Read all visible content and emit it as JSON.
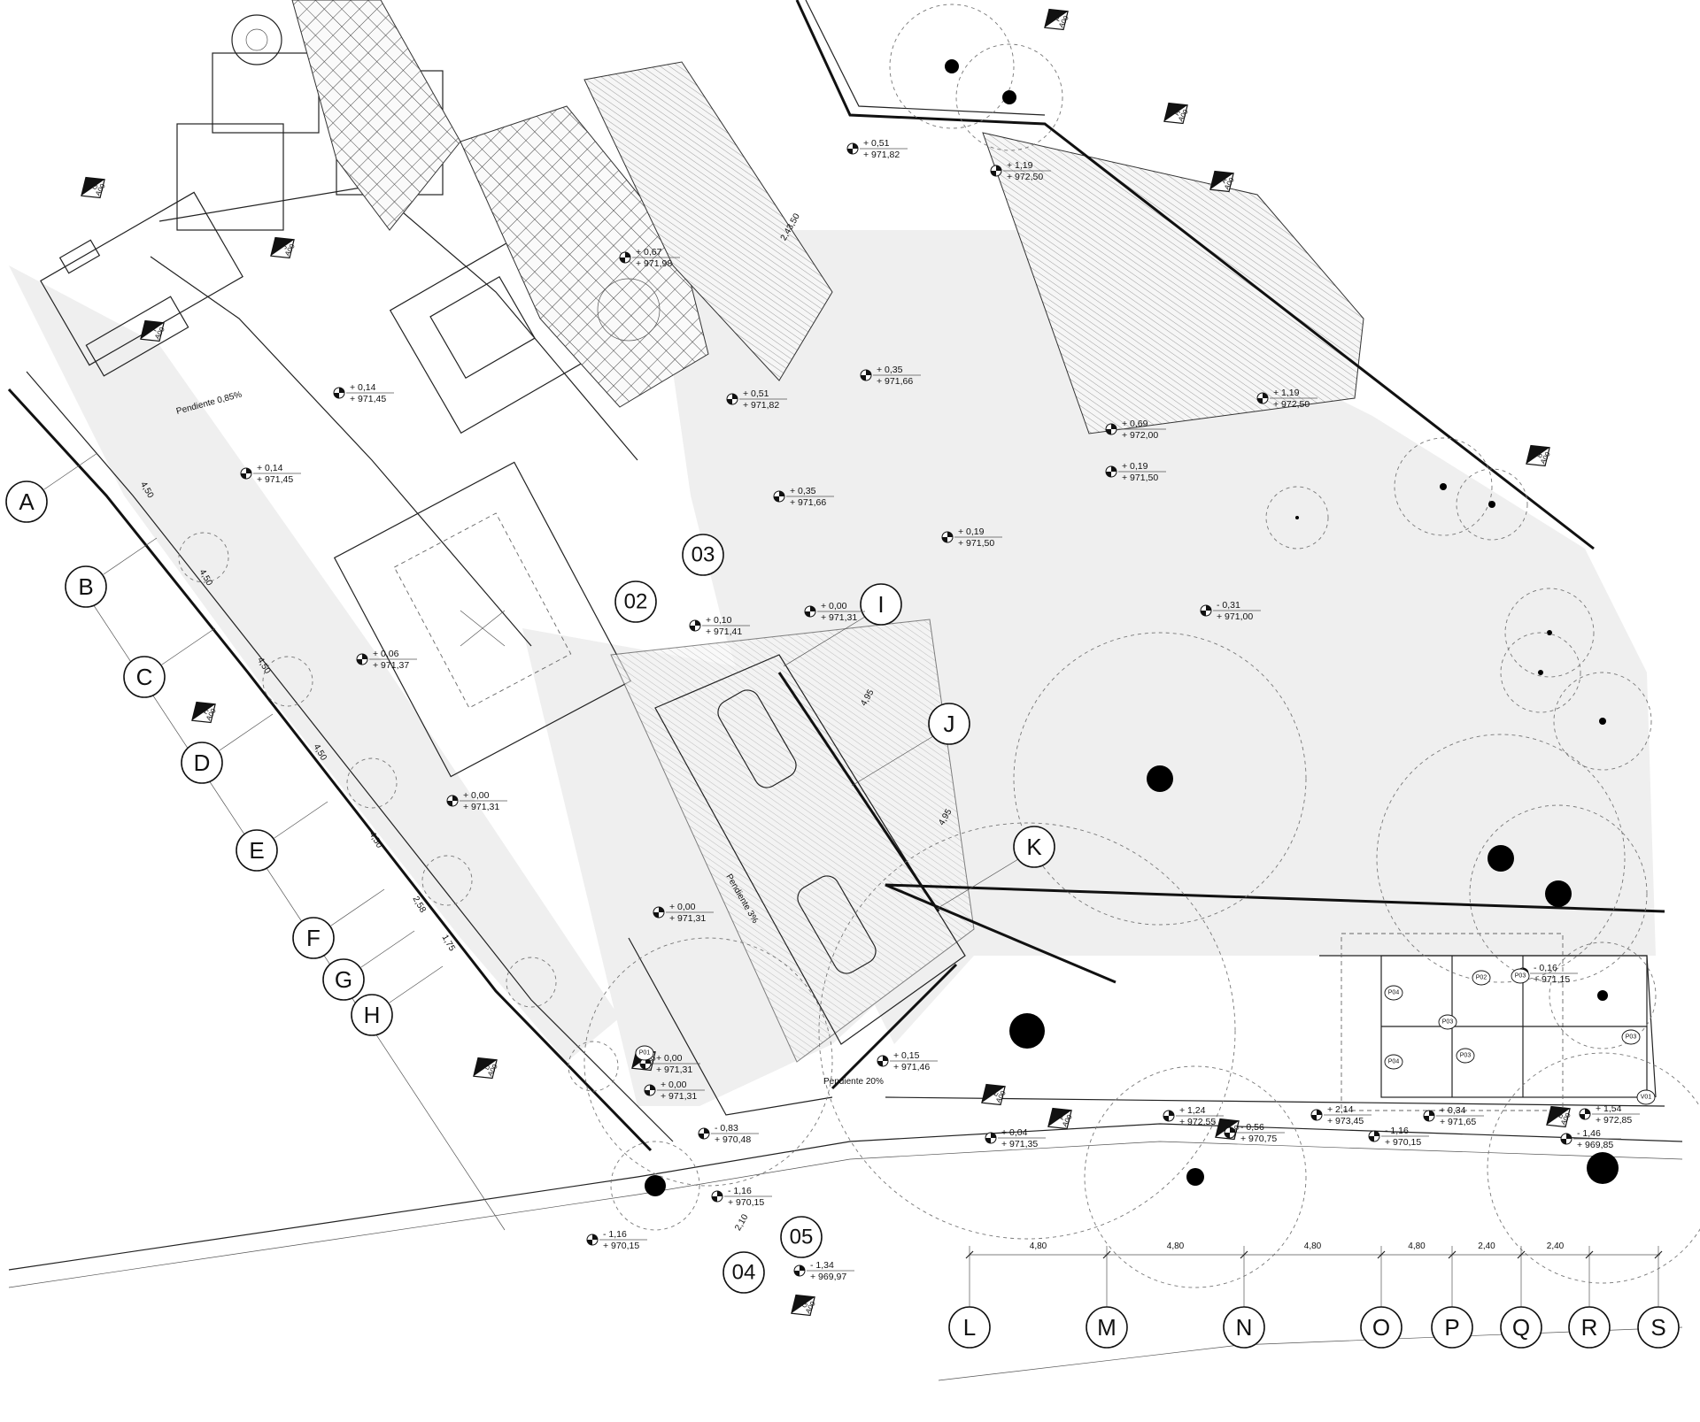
{
  "grid_lines": {
    "diagonal": [
      "A",
      "B",
      "C",
      "D",
      "E",
      "F",
      "G",
      "H"
    ],
    "vertical": [
      "L",
      "M",
      "N",
      "O",
      "P",
      "Q",
      "R",
      "S"
    ],
    "inner": [
      "I",
      "J",
      "K"
    ]
  },
  "dimensions": {
    "diagonal": [
      "4,50",
      "4,50",
      "4,50",
      "4,50",
      "4,50",
      "2,58",
      "1,75"
    ],
    "vertical": [
      "4,80",
      "4,80",
      "4,80",
      "4,80",
      "2,40",
      "2,40"
    ],
    "inner": [
      "4,95",
      "4,95",
      "2,10",
      "2,43,50"
    ]
  },
  "detail_refs": [
    "02",
    "03",
    "04",
    "05"
  ],
  "section_marks": [
    {
      "letter": "G",
      "sheet": "A00"
    },
    {
      "letter": "I",
      "sheet": "A00"
    },
    {
      "letter": "H",
      "sheet": "A00"
    },
    {
      "letter": "D",
      "sheet": "A00"
    },
    {
      "letter": "A",
      "sheet": "A00"
    },
    {
      "letter": "B",
      "sheet": "A00"
    },
    {
      "letter": "E",
      "sheet": "A00"
    },
    {
      "letter": "F",
      "sheet": "A00"
    },
    {
      "letter": "C",
      "sheet": "A00"
    },
    {
      "letter": "B'",
      "sheet": "A00"
    },
    {
      "letter": "F'",
      "sheet": "A00"
    },
    {
      "letter": "G'",
      "sheet": "A00"
    },
    {
      "letter": "H'",
      "sheet": "A00"
    },
    {
      "letter": "A'",
      "sheet": "A00"
    },
    {
      "letter": "J",
      "sheet": "A00"
    }
  ],
  "levels": [
    {
      "rel": "+ 0,51",
      "abs": "+ 971,82"
    },
    {
      "rel": "+ 1,19",
      "abs": "+ 972,50"
    },
    {
      "rel": "+ 0,67",
      "abs": "+ 971,98"
    },
    {
      "rel": "+ 0,35",
      "abs": "+ 971,66"
    },
    {
      "rel": "+ 0,14",
      "abs": "+ 971,45"
    },
    {
      "rel": "+ 0,51",
      "abs": "+ 971,82"
    },
    {
      "rel": "+ 1,19",
      "abs": "+ 972,50"
    },
    {
      "rel": "+ 0,69",
      "abs": "+ 972,00"
    },
    {
      "rel": "+ 0,14",
      "abs": "+ 971,45"
    },
    {
      "rel": "+ 0,19",
      "abs": "+ 971,50"
    },
    {
      "rel": "+ 0,35",
      "abs": "+ 971,66"
    },
    {
      "rel": "+ 0,19",
      "abs": "+ 971,50"
    },
    {
      "rel": "+ 0,00",
      "abs": "+ 971,31"
    },
    {
      "rel": "+ 0,10",
      "abs": "+ 971,41"
    },
    {
      "rel": "- 0,31",
      "abs": "+ 971,00"
    },
    {
      "rel": "+ 0,06",
      "abs": "+ 971,37"
    },
    {
      "rel": "+ 0,00",
      "abs": "+ 971,31"
    },
    {
      "rel": "+ 0,00",
      "abs": "+ 971,31"
    },
    {
      "rel": "- 0,16",
      "abs": "+ 971,15"
    },
    {
      "rel": "+ 0,00",
      "abs": "+ 971,31"
    },
    {
      "rel": "+ 0,15",
      "abs": "+ 971,46"
    },
    {
      "rel": "+ 0,00",
      "abs": "+ 971,31"
    },
    {
      "rel": "+ 0,04",
      "abs": "+ 971,35"
    },
    {
      "rel": "+ 1,24",
      "abs": "+ 972,55"
    },
    {
      "rel": "- 0,56",
      "abs": "+ 970,75"
    },
    {
      "rel": "+ 2,14",
      "abs": "+ 973,45"
    },
    {
      "rel": "- 1,16",
      "abs": "+ 970,15"
    },
    {
      "rel": "+ 0,34",
      "abs": "+ 971,65"
    },
    {
      "rel": "+ 1,54",
      "abs": "+ 972,85"
    },
    {
      "rel": "- 1,46",
      "abs": "+ 969,85"
    },
    {
      "rel": "- 0,83",
      "abs": "+ 970,48"
    },
    {
      "rel": "- 1,16",
      "abs": "+ 970,15"
    },
    {
      "rel": "- 1,16",
      "abs": "+ 970,15"
    },
    {
      "rel": "- 1,34",
      "abs": "+ 969,97"
    }
  ],
  "notes": {
    "slope_1": "Pendiente 0,85%",
    "slope_2": "Pendiente 20%",
    "slope_3": "Pendiente 3%"
  },
  "room_tags": [
    "P04",
    "P03",
    "P04",
    "P03",
    "P02",
    "P03",
    "P03",
    "V01",
    "P01"
  ]
}
